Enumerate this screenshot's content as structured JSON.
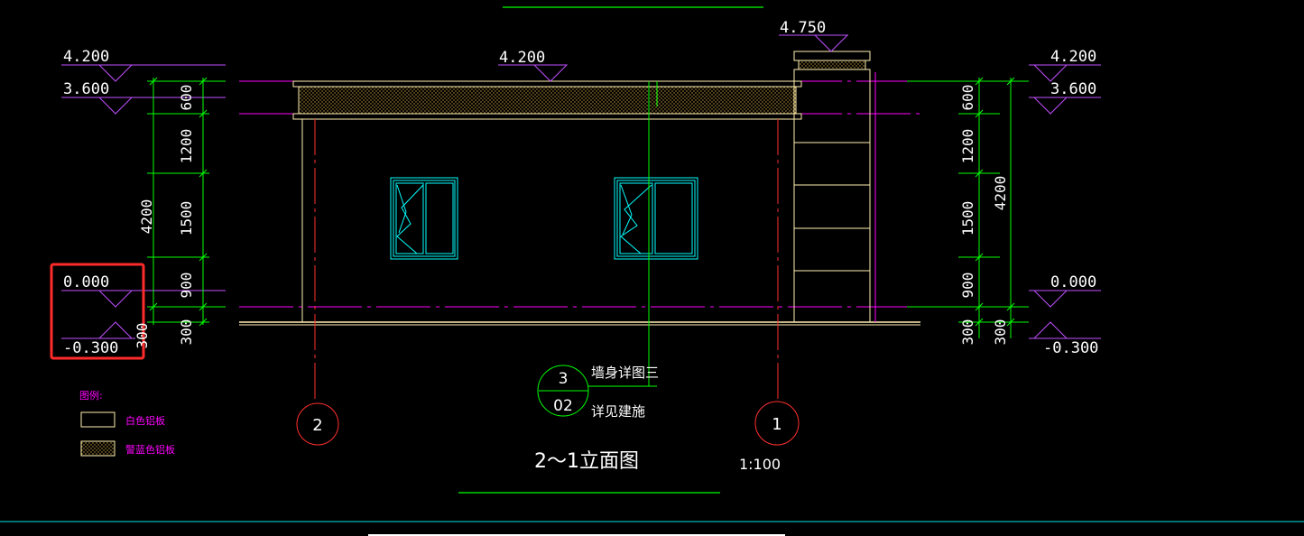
{
  "title": "2～1立面图",
  "scale": "1:100",
  "elevations": {
    "left": {
      "e4200": "4.200",
      "e3600": "3.600",
      "e0000": "0.000",
      "em0300": "-0.300"
    },
    "right": {
      "e4200": "4.200",
      "e3600": "3.600",
      "e0000": "0.000",
      "em0300": "-0.300"
    },
    "roof_center": "4.200",
    "tower_top": "4.750"
  },
  "dimensions": {
    "segments": [
      "600",
      "1200",
      "1500",
      "900",
      "300"
    ],
    "total": "4200",
    "base": "300"
  },
  "axes": {
    "left": "2",
    "right": "1"
  },
  "detail_callout": {
    "number": "3",
    "sheet": "02",
    "note_top": "墙身详图三",
    "note_bottom": "详见建施"
  },
  "legend": {
    "title": "图例:",
    "items": [
      {
        "label": "白色铝板",
        "pattern": "plain"
      },
      {
        "label": "警蓝色铝板",
        "pattern": "dotted"
      }
    ]
  },
  "highlight": {
    "color": "#ff2a2a"
  },
  "colors": {
    "background": "#000000",
    "green": "#00ff00",
    "magenta": "#ff00ff",
    "violet": "#c050ff",
    "red": "#ff3030",
    "cyan": "#00ffff",
    "cream": "#fff0b0",
    "white": "#ffffff"
  }
}
